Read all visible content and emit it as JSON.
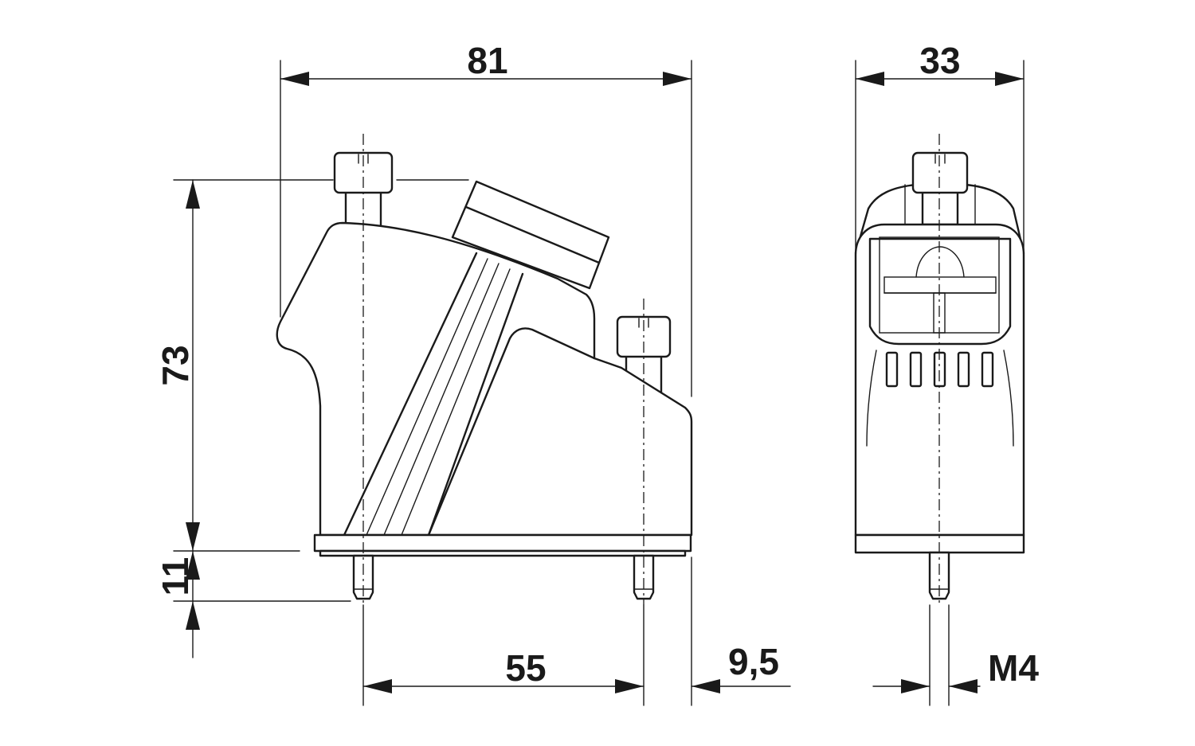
{
  "dimensions": {
    "side_width": "81",
    "side_height": "73",
    "pin_length": "11",
    "pin_spacing": "55",
    "pin_offset": "9,5",
    "front_width": "33",
    "thread": "M4"
  },
  "colors": {
    "line": "#1a1a1a",
    "background": "#ffffff"
  }
}
